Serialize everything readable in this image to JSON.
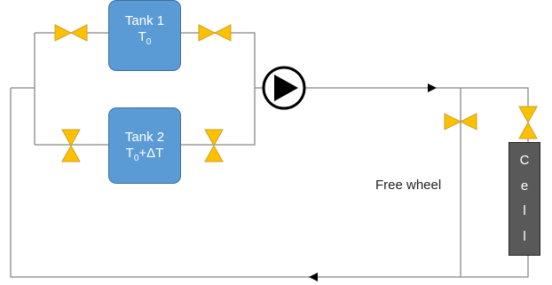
{
  "tanks": [
    {
      "name": "Tank 1",
      "temp_base": "T",
      "temp_sub": "0",
      "temp_suffix": ""
    },
    {
      "name": "Tank 2",
      "temp_base": "T",
      "temp_sub": "0",
      "temp_suffix": "+ΔT"
    }
  ],
  "free_wheel_label": "Free wheel",
  "cell_letters": [
    "C",
    "e",
    "l",
    "l"
  ],
  "colors": {
    "tank_fill": "#5b9bd5",
    "tank_border": "#41719c",
    "valve_fill": "#ffc000",
    "valve_stroke": "#c9a227",
    "pipe": "#888888",
    "cell_fill": "#595959"
  },
  "icons": [
    "pump-icon",
    "valve-icon",
    "flow-arrow-icon"
  ]
}
